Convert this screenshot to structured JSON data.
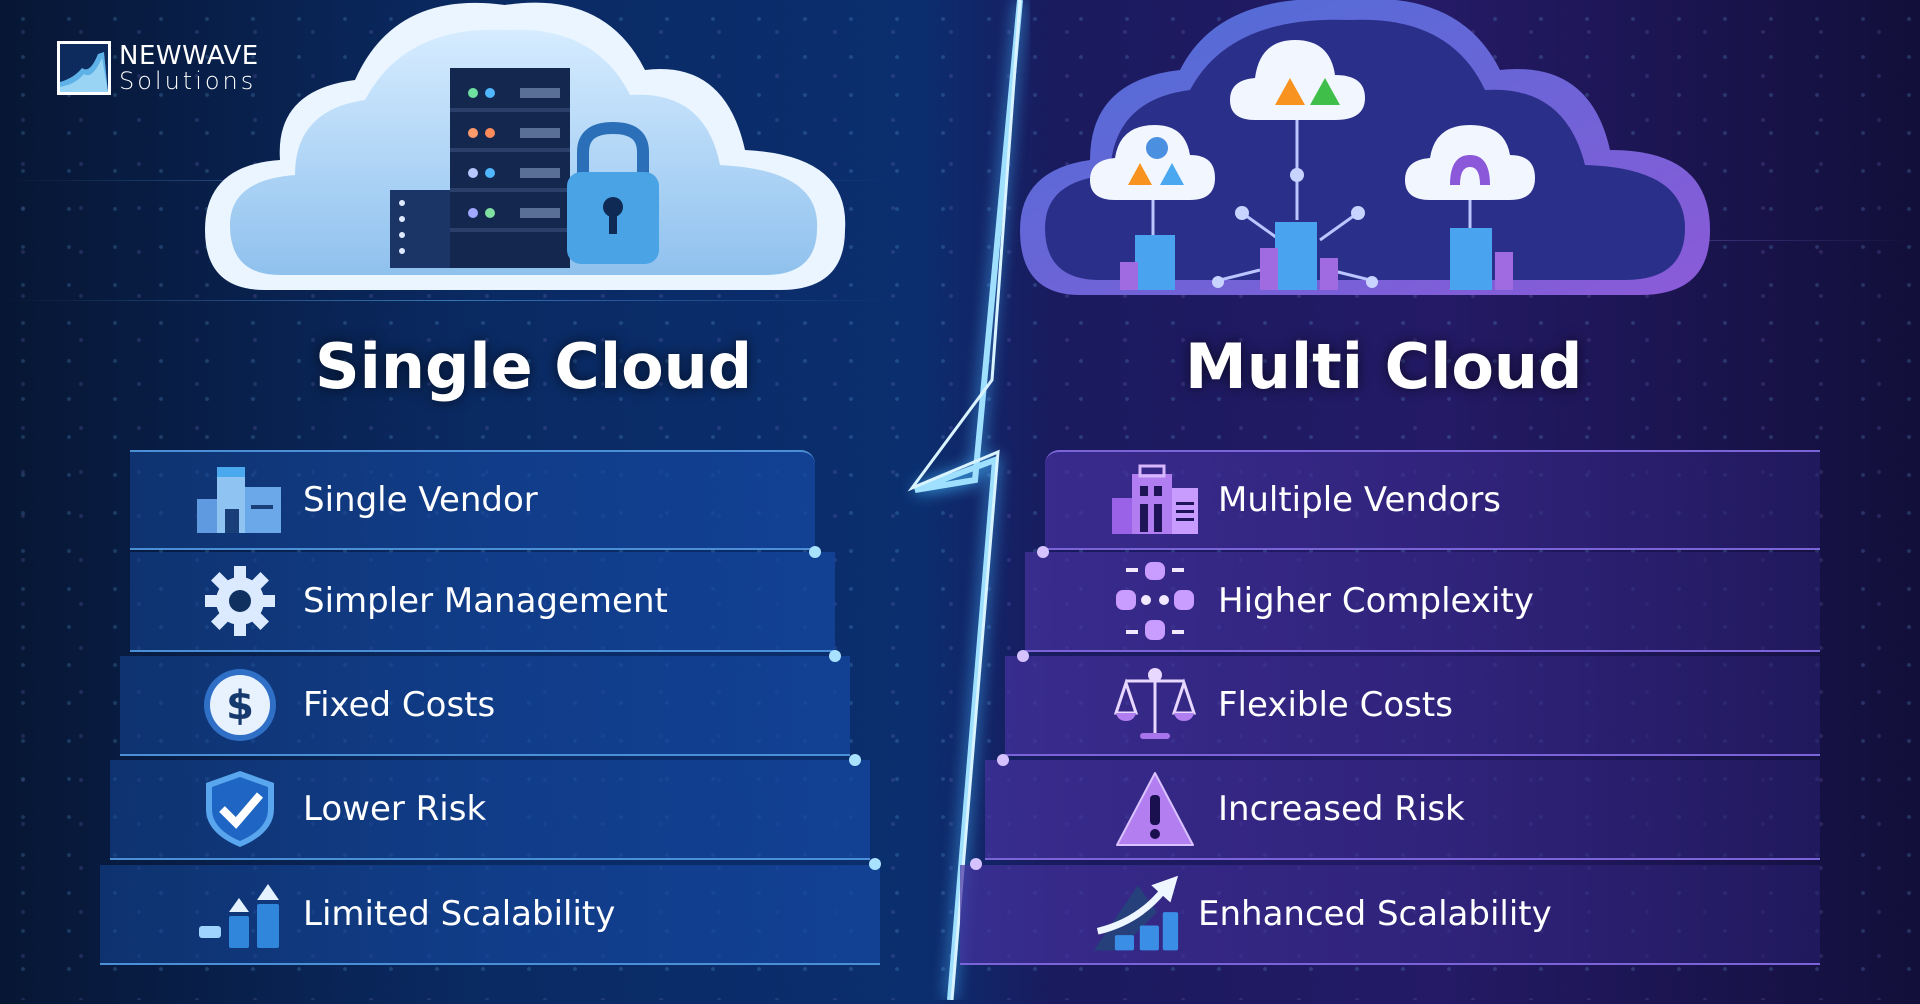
{
  "brand": {
    "name": "NEWWAVE",
    "subtitle": "Solutions"
  },
  "left_panel": {
    "title": "Single Cloud",
    "accent_color": "#2f7fd6",
    "illustration": "single-cloud-server-lock",
    "items": [
      {
        "label": "Single Vendor",
        "icon": "building-icon"
      },
      {
        "label": "Simpler Management",
        "icon": "gear-icon"
      },
      {
        "label": "Fixed Costs",
        "icon": "dollar-coin-icon"
      },
      {
        "label": "Lower Risk",
        "icon": "shield-check-icon"
      },
      {
        "label": "Limited Scalability",
        "icon": "small-bar-chart-icon"
      }
    ]
  },
  "right_panel": {
    "title": "Multi Cloud",
    "accent_color": "#8a63e0",
    "illustration": "multi-cloud-network",
    "items": [
      {
        "label": "Multiple Vendors",
        "icon": "buildings-icon"
      },
      {
        "label": "Higher Complexity",
        "icon": "network-nodes-icon"
      },
      {
        "label": "Flexible Costs",
        "icon": "balance-scale-icon"
      },
      {
        "label": "Increased Risk",
        "icon": "warning-triangle-icon"
      },
      {
        "label": "Enhanced Scalability",
        "icon": "growth-arrow-chart-icon"
      }
    ]
  },
  "divider": {
    "icon": "lightning-bolt-icon",
    "color": "#9fe0ff"
  }
}
